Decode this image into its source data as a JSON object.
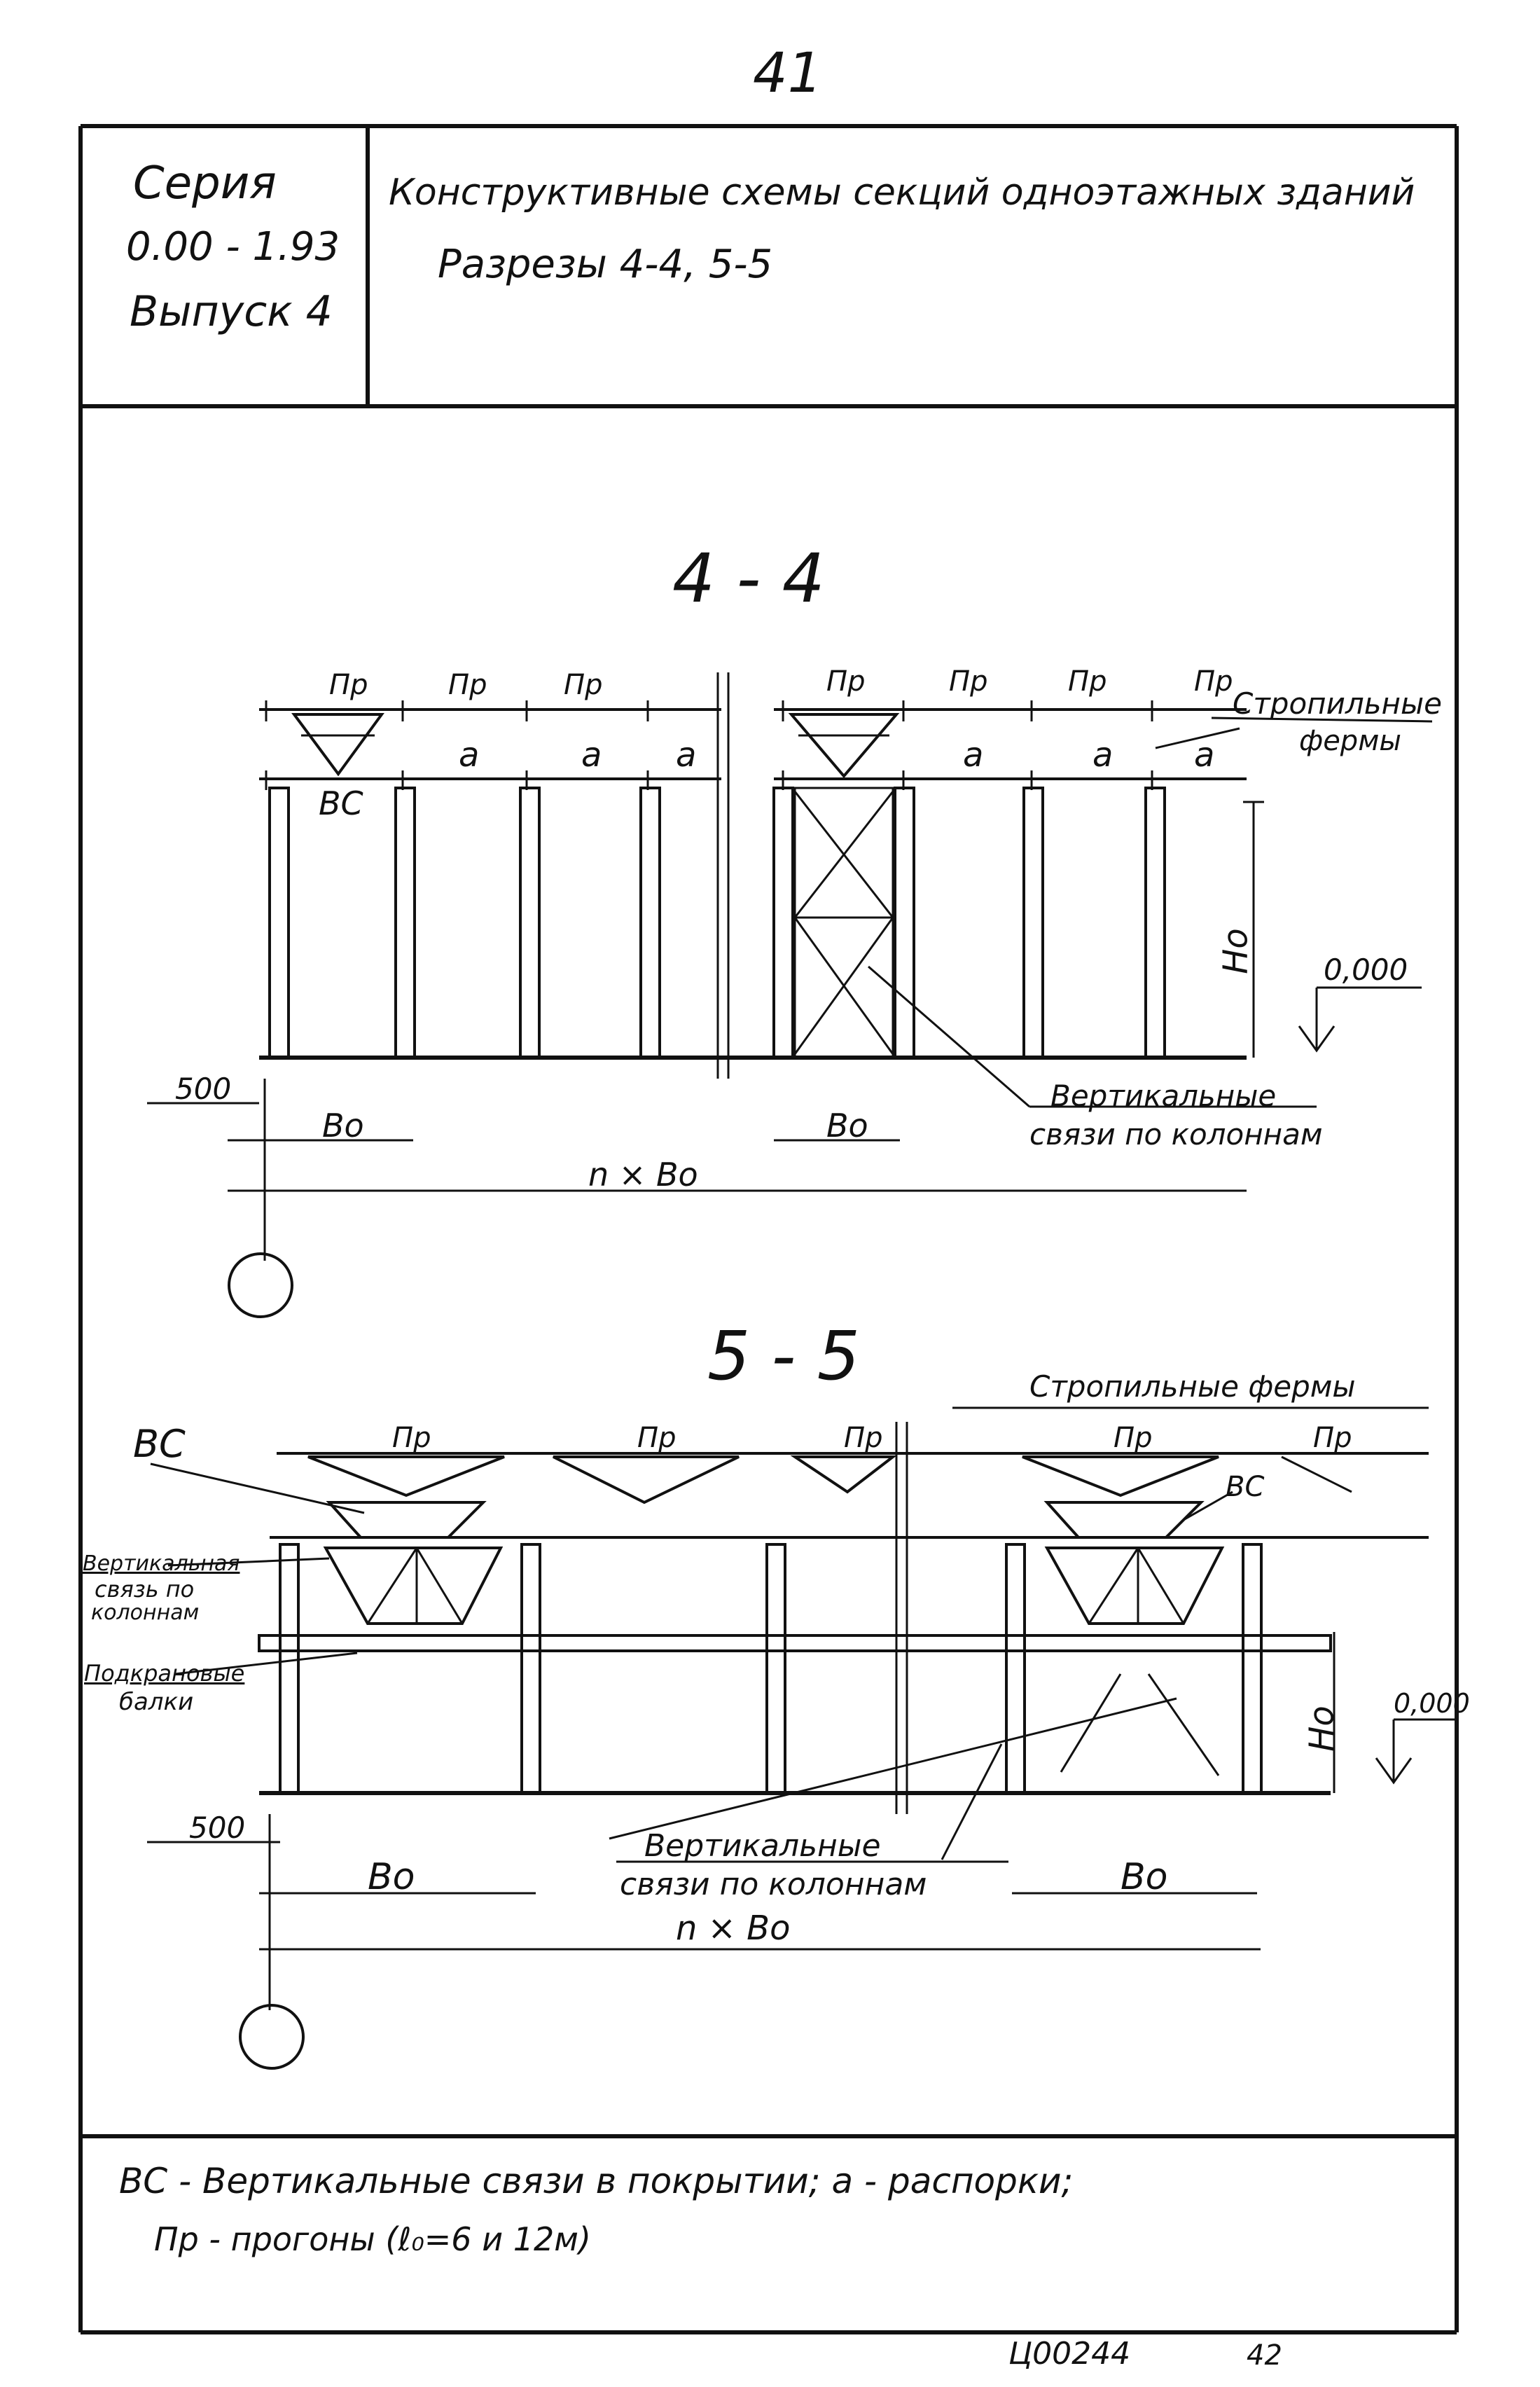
{
  "page_number": "41",
  "header": {
    "series_label": "Серия",
    "series_code": "0.00 - 1.93",
    "issue_label": "Выпуск 4",
    "title": "Конструктивные схемы секций одноэтажных зданий",
    "subtitle": "Разрезы 4-4, 5-5"
  },
  "section44": {
    "title": "4 - 4",
    "purlin": "Пр",
    "strut": "a",
    "bracing_code": "ВС",
    "trusses_label": [
      "Стропильные",
      "фермы"
    ],
    "height": "Но",
    "level": "0,000",
    "offset": "500",
    "spacing": "Во",
    "total": "n × Во",
    "column_bracing_label": [
      "Вертикальные",
      "связи по колоннам"
    ]
  },
  "section55": {
    "title": "5 - 5",
    "purlin": "Пр",
    "trusses_label": "Стропильные фермы",
    "bracing_code": "ВС",
    "vertical_bracing_label": [
      "Вертикальная",
      "связь по",
      "колоннам"
    ],
    "crane_beams_label": [
      "Подкрановые",
      "балки"
    ],
    "height": "Но",
    "level": "0,000",
    "offset": "500",
    "spacing": "Во",
    "total": "n × Во",
    "column_bracing_label": [
      "Вертикальные",
      "связи по колоннам"
    ]
  },
  "legend": {
    "line1": "ВС - Вертикальные связи в покрытии; а - распорки;",
    "line2": "Пр - прогоны (ℓ₀=6 и 12м)"
  },
  "footer": {
    "code": "Ц00244",
    "sheet": "42"
  }
}
